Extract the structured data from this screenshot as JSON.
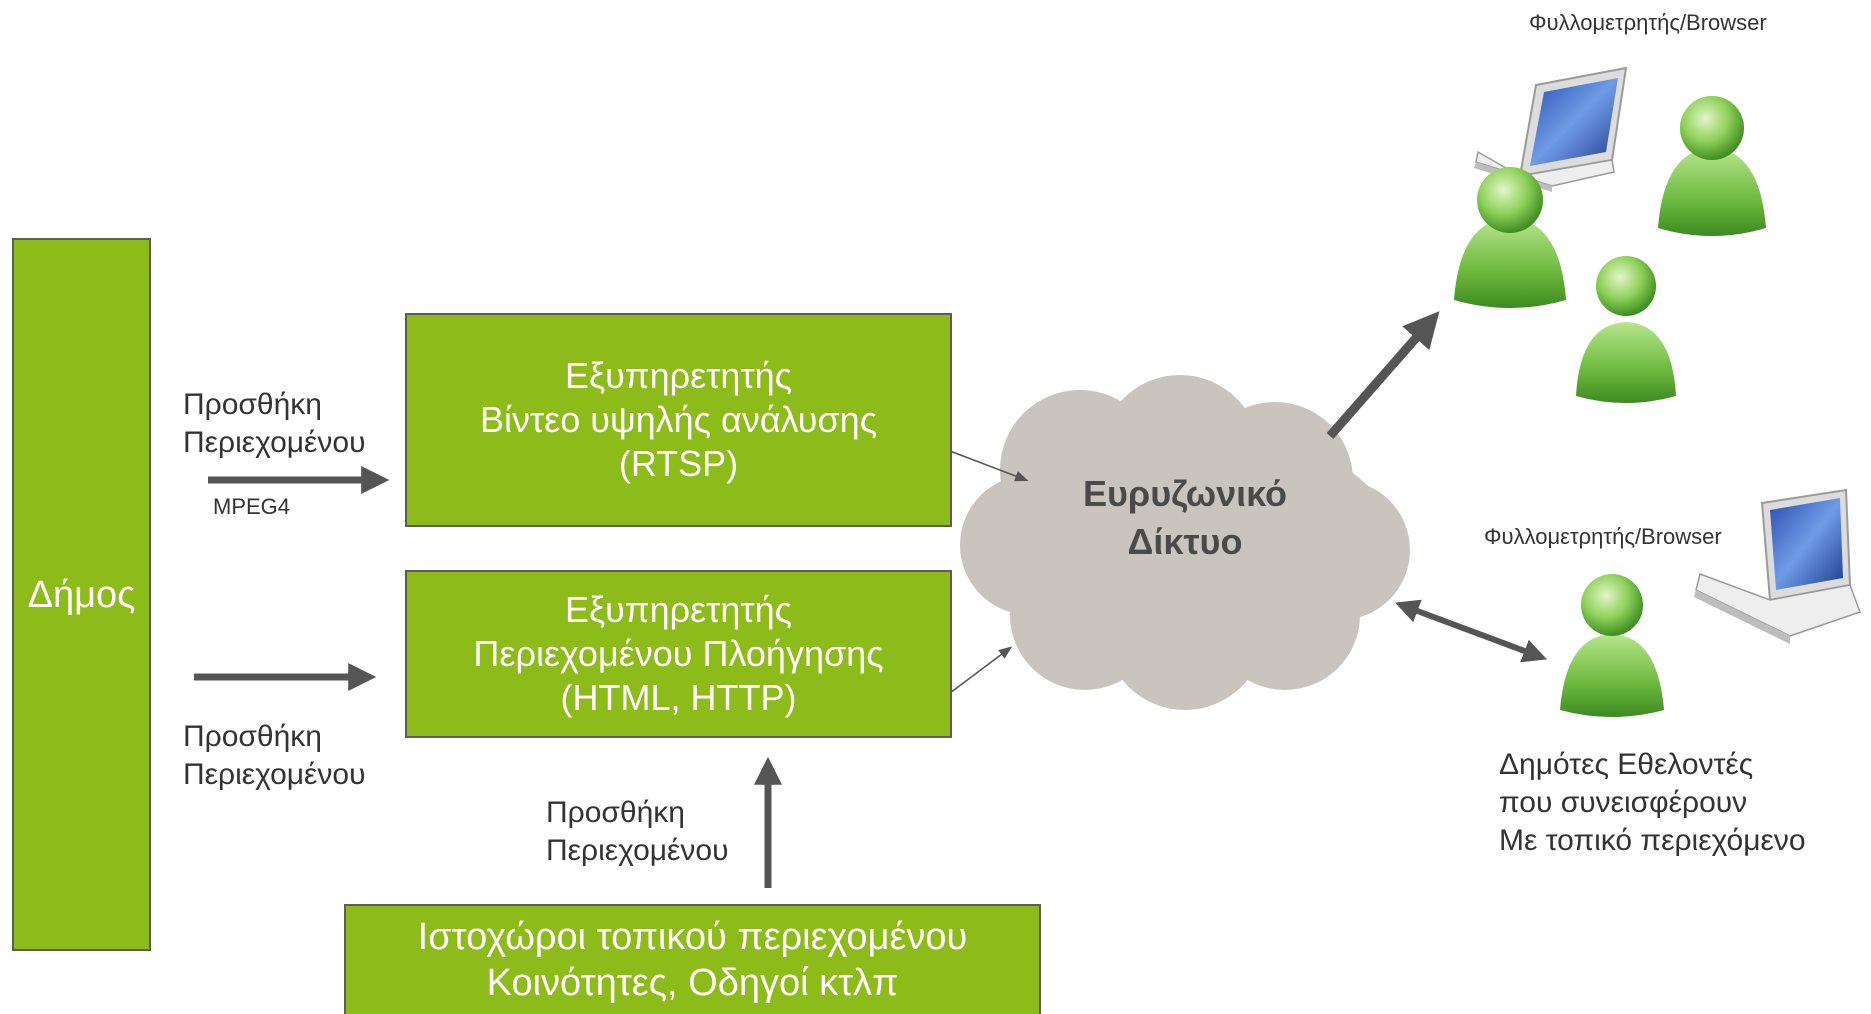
{
  "municipality": {
    "label": "Δήμος"
  },
  "video_server": {
    "line1": "Εξυπηρετητής",
    "line2": "Βίντεο υψηλής ανάλυσης",
    "line3": "(RTSP)"
  },
  "web_server": {
    "line1": "Εξυπηρετητής",
    "line2": "Περιεχομένου Πλοήγησης",
    "line3": "(HTML, HTTP)"
  },
  "local_sites": {
    "line1": "Ιστοχώροι τοπικού περιεχομένου",
    "line2": "Κοινότητες, Οδηγοί κτλπ"
  },
  "network": {
    "line1": "Ευρυζωνικό",
    "line2": "Δίκτυο"
  },
  "add_content_video": {
    "line1": "Προσθήκη",
    "line2": "Περιεχομένου",
    "format": "MPEG4"
  },
  "add_content_web": {
    "line1": "Προσθήκη",
    "line2": "Περιεχομένου"
  },
  "add_content_sites": {
    "line1": "Προσθήκη",
    "line2": "Περιεχομένου"
  },
  "browser_top": {
    "label": "Φυλλομετρητής/Browser"
  },
  "browser_bottom": {
    "label": "Φυλλομετρητής/Browser"
  },
  "citizens": {
    "line1": "Δημότες  Εθελοντές",
    "line2": "που συνεισφέρουν",
    "line3": "Με τοπικό περιεχόμενο"
  },
  "colors": {
    "box_fill": "#8cbb1a",
    "box_border": "#5c5c5c",
    "cloud": "#c9c4bd",
    "arrow": "#555555",
    "person_green": "#7cc24a"
  }
}
